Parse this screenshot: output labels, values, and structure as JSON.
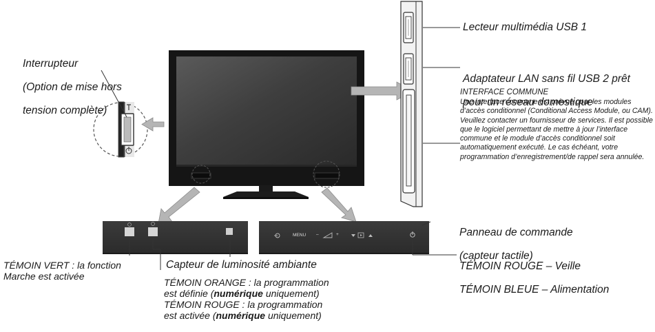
{
  "labels": {
    "interrupteur_l1": "Interrupteur",
    "interrupteur_l2": "(Option de mise hors",
    "interrupteur_l3": "tension complète)",
    "usb1": "Lecteur multimédia USB 1",
    "usb2_l1": "Adaptateur LAN sans fil USB 2 prêt",
    "usb2_l2": "pour un réseau domestique",
    "ci_title": "INTERFACE COMMUNE",
    "ci_body": "Une interface commune est prévue pour les modules d’accès conditionnel (Conditional Access Module, ou CAM). Veuillez contacter un fournisseur de services. Il est possible que le logiciel permettant de mettre à jour l’interface commune et le module d’accès conditionnel soit automatiquement exécuté. Le cas échéant, votre programmation d’enregistrement/de rappel sera annulée.",
    "panel_l1": "Panneau de commande",
    "panel_l2": "(capteur tactile)",
    "red_standby": "TÉMOIN ROUGE – Veille",
    "blue_power": "TÉMOIN BLEUE – Alimentation",
    "green_l1": "TÉMOIN VERT : la fonction",
    "green_l2": "Marche est activée",
    "light_sensor": "Capteur de luminosité ambiante",
    "orange_l1": "TÉMOIN ORANGE : la programmation",
    "orange_l2a": "est définie (",
    "orange_bold": "numérique",
    "orange_l2b": " uniquement)",
    "red_l1": "TÉMOIN ROUGE : la programmation",
    "red_l2a": "est activée (",
    "red_bold": "numérique",
    "red_l2b": " uniquement)"
  },
  "panel_buttons": {
    "menu": "MENU",
    "minus": "–",
    "plus": "+"
  },
  "icons": [
    "source-input-icon",
    "volume-icon",
    "channel-down-icon",
    "channel-up-icon",
    "power-icon",
    "timer-icon",
    "usb-port-icon",
    "arrow-icon"
  ]
}
